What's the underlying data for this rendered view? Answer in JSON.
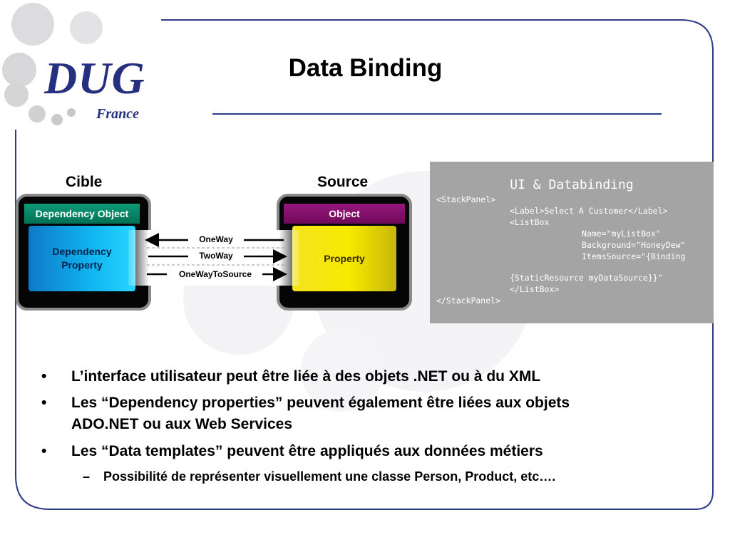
{
  "slide": {
    "title": "Data Binding",
    "logo": {
      "text": "DUG",
      "subtitle": "France",
      "decoration": "grey-circles"
    }
  },
  "diagram": {
    "target_label": "Cible",
    "source_label": "Source",
    "target_box": {
      "header": "Dependency Object",
      "content_line1": "Dependency",
      "content_line2": "Property"
    },
    "source_box": {
      "header": "Object",
      "content": "Property"
    },
    "modes": [
      "OneWay",
      "TwoWay",
      "OneWayToSource"
    ],
    "colors": {
      "target_header": "#027a5d",
      "target_body": "#11b6f0",
      "source_header": "#8a1272",
      "source_body": "#f6ea00"
    }
  },
  "code_panel": {
    "title": "UI & Databinding",
    "lines": [
      "<StackPanel>",
      "<Label>Select A Customer</Label>",
      "<ListBox",
      "Name=\"myListBox\"",
      "Background=\"HoneyDew\"",
      "ItemsSource=\"{Binding",
      "{StaticResource myDataSource}}\"",
      "</ListBox>",
      "</StackPanel>"
    ]
  },
  "bullets": {
    "items": [
      "L’interface utilisateur peut être liée à des objets .NET ou à du XML",
      "Les “Dependency properties” peuvent également être liées aux objets",
      "ADO.NET ou aux Web Services",
      "Les “Data templates” peuvent être appliqués aux données métiers"
    ],
    "sub_items": [
      "Possibilité de représenter visuellement une classe Person, Product, etc…."
    ]
  }
}
